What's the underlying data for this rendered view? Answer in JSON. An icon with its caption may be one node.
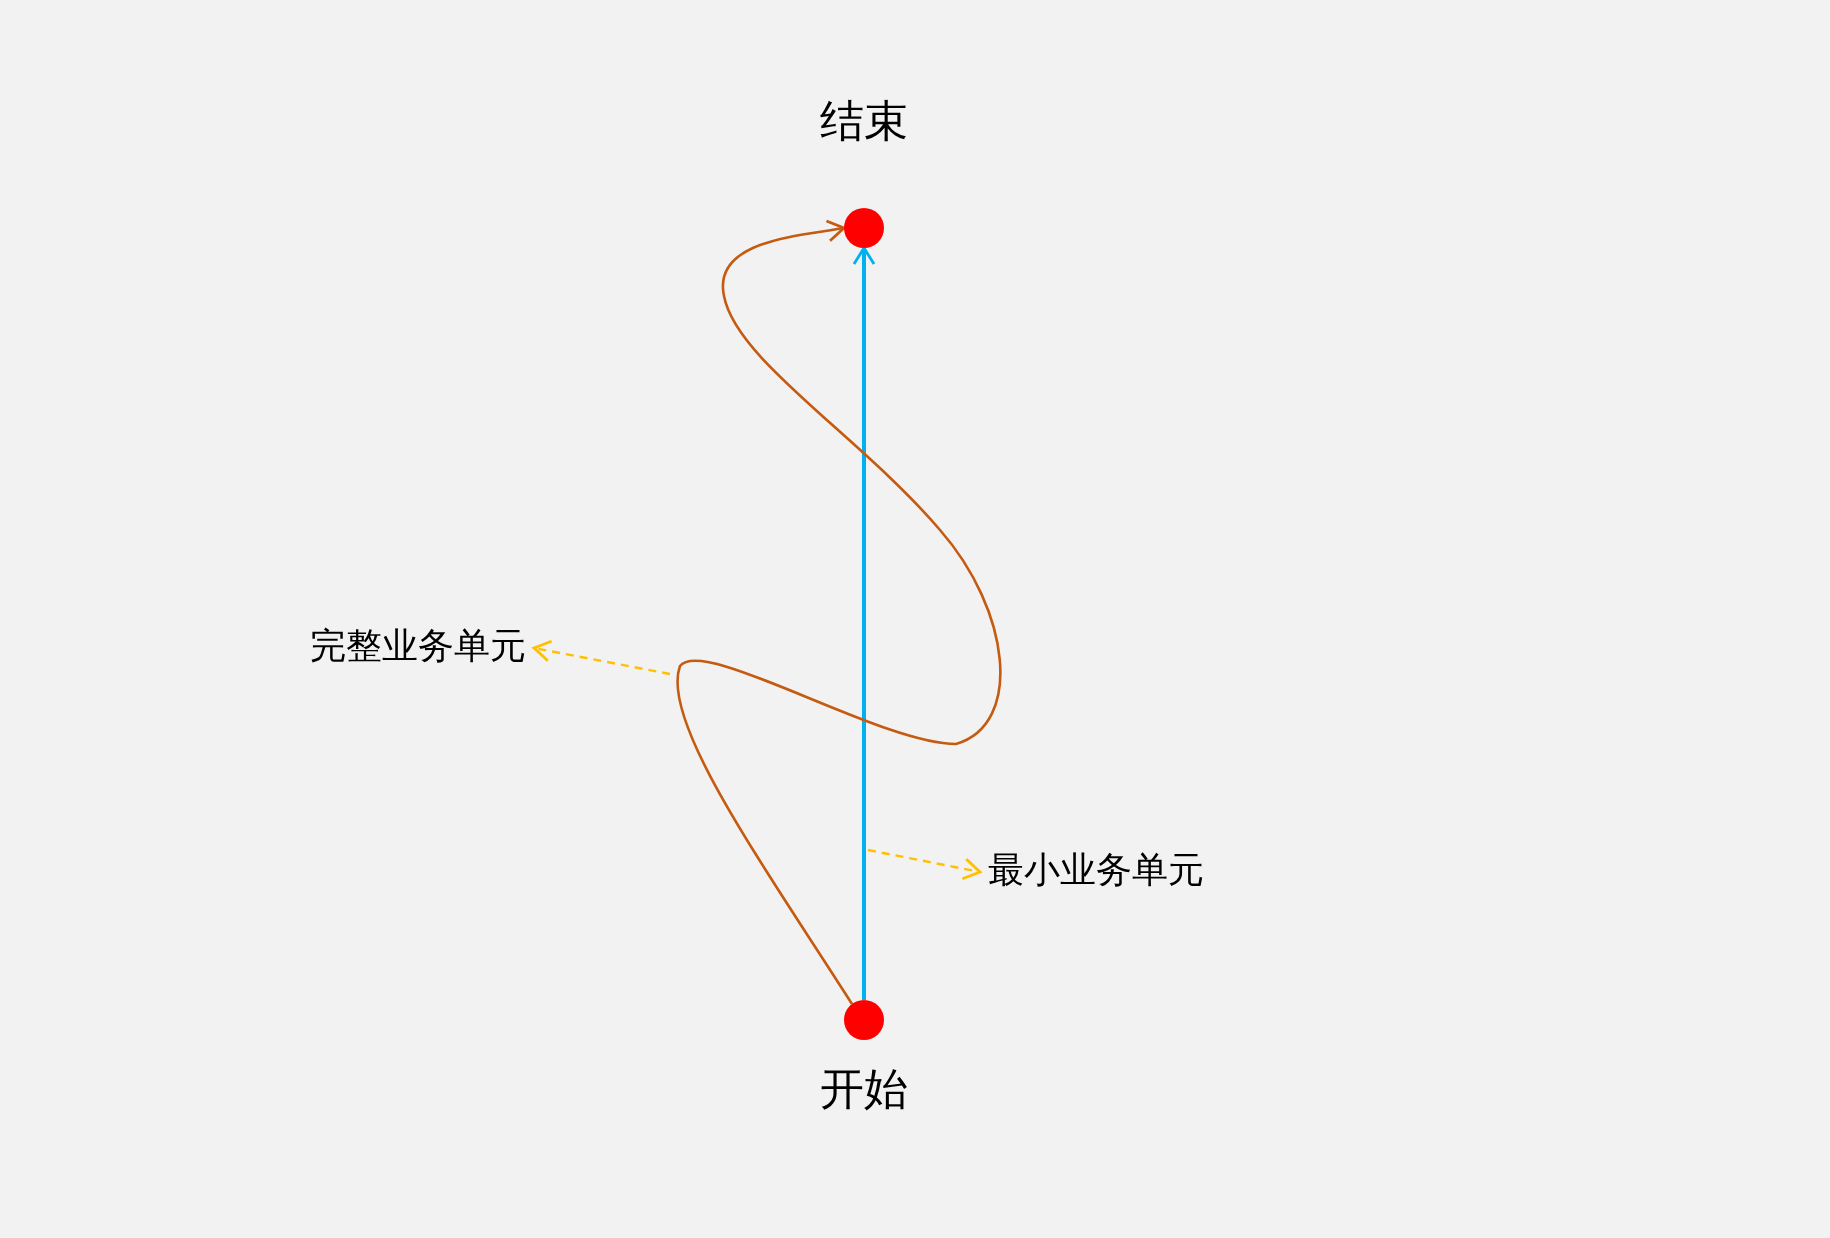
{
  "diagram": {
    "nodes": [
      {
        "text": [
          "结束"
        ]
      },
      {
        "text": [
          "开始"
        ]
      },
      {
        "text": [
          "完整业务单元"
        ]
      },
      {
        "text": [
          "最小业务单元"
        ]
      }
    ],
    "edges": [
      {
        "from": 1,
        "to": 0,
        "arrow": "to",
        "color": "#00b0f0"
      },
      {
        "from": 1,
        "to": 0,
        "arrow": "to",
        "color": "#c55a11"
      },
      {
        "from": null,
        "to": 2,
        "arrow": "to",
        "style": "dashed",
        "color": "#ffc000"
      },
      {
        "from": null,
        "to": 3,
        "arrow": "to",
        "style": "dashed",
        "color": "#ffc000"
      }
    ]
  }
}
